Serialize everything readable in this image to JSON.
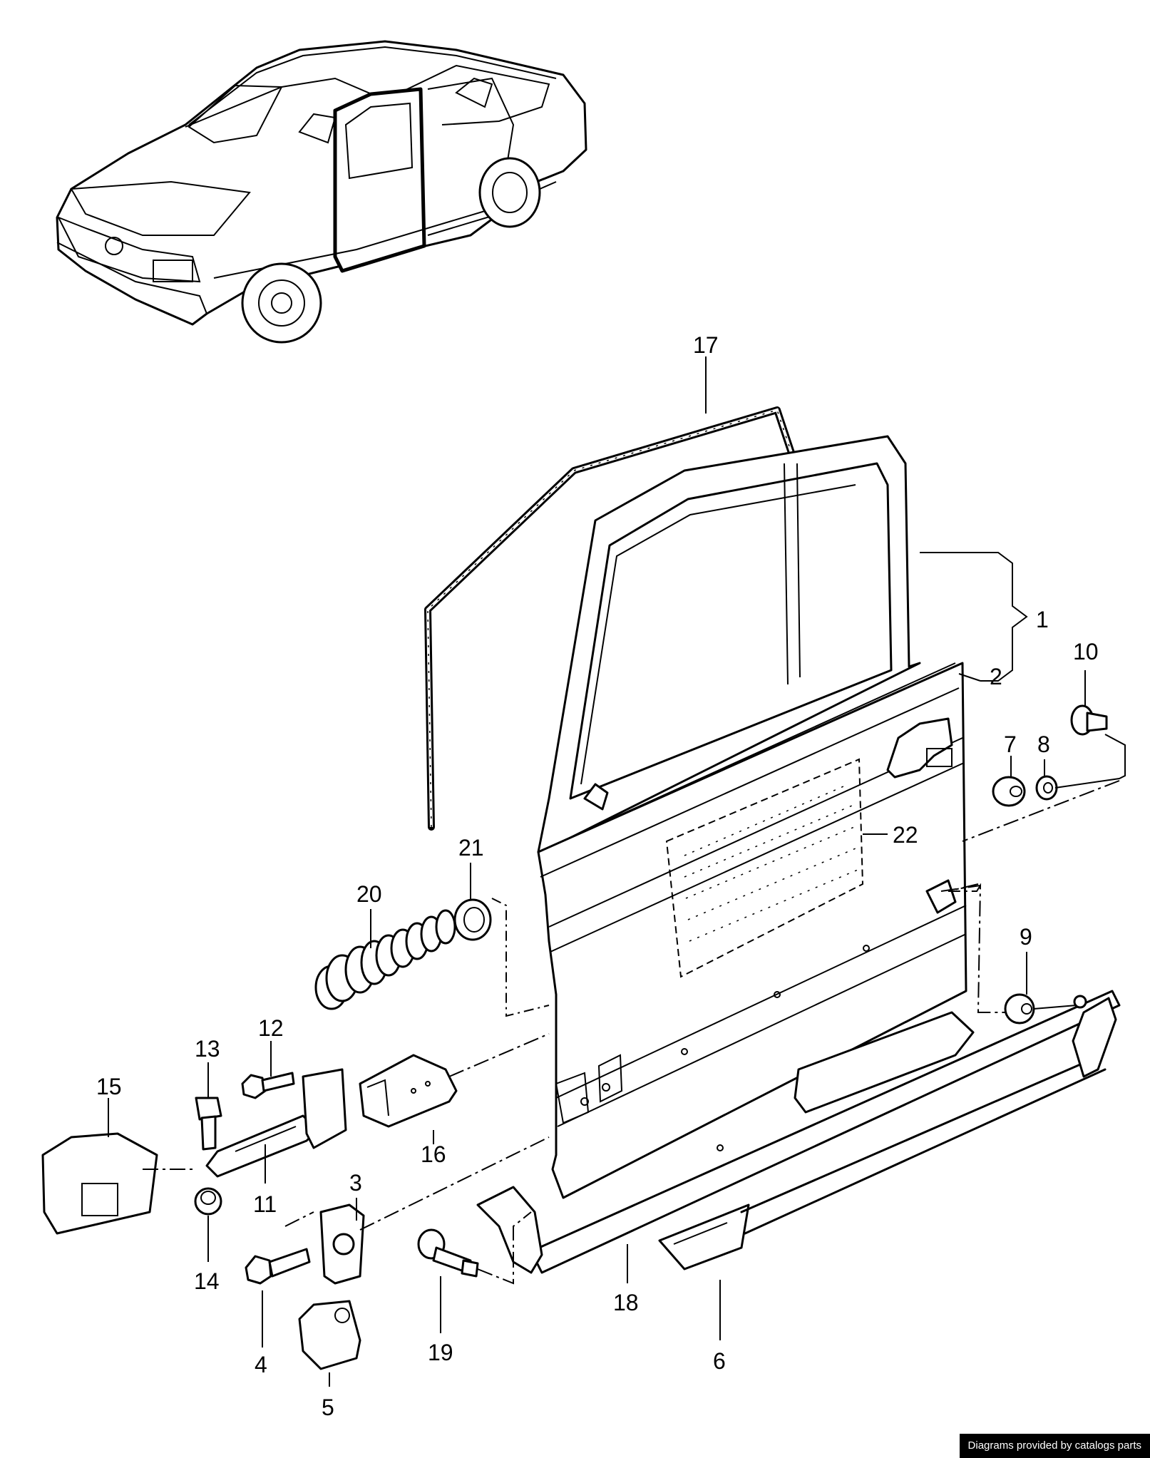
{
  "callouts": {
    "c1": "1",
    "c2": "2",
    "c3": "3",
    "c4": "4",
    "c5": "5",
    "c6": "6",
    "c7": "7",
    "c8": "8",
    "c9": "9",
    "c10": "10",
    "c11": "11",
    "c12": "12",
    "c13": "13",
    "c14": "14",
    "c15": "15",
    "c16": "16",
    "c17": "17",
    "c18": "18",
    "c19": "19",
    "c20": "20",
    "c21": "21",
    "c22": "22"
  },
  "footer": {
    "credit": "Diagrams provided by catalogs parts"
  },
  "colors": {
    "ink": "#000000",
    "background": "#ffffff"
  }
}
